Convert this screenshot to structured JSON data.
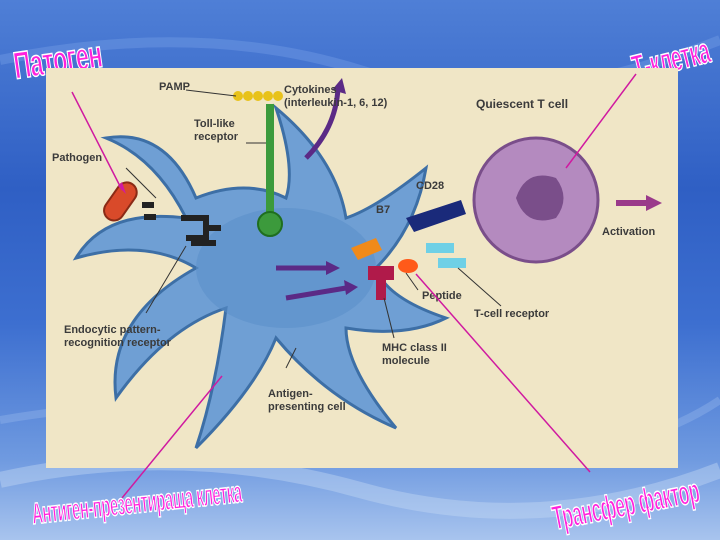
{
  "slide_labels": {
    "pathogen": "Патоген",
    "t_cell": "Т-клетка",
    "apc": "Антиген-презентираща клетка",
    "transfer_factor": "Трансфер фактор"
  },
  "figure_labels": {
    "pamp": "PAMP",
    "cytokines": "Cytokines\n(interleukin-1, 6, 12)",
    "quiescent_t_cell": "Quiescent T cell",
    "toll_like": "Toll-like\nreceptor",
    "pathogen": "Pathogen",
    "cd28": "CD28",
    "b7": "B7",
    "activation": "Activation",
    "endocytic": "Endocytic pattern-\nrecognition receptor",
    "peptide": "Peptide",
    "t_cell_receptor": "T-cell receptor",
    "mhc": "MHC class II\nmolecule",
    "apc": "Antigen-\npresenting cell"
  },
  "colors": {
    "slide_label": "#ff22dd",
    "figure_bg": "#f0e6c6",
    "apc_cell": "#5a8ec8",
    "t_cell": "#9a6aa8",
    "pathogen": "#d94a2a",
    "arrow_purple": "#5b2a86",
    "callout_line": "#d01aa0"
  }
}
